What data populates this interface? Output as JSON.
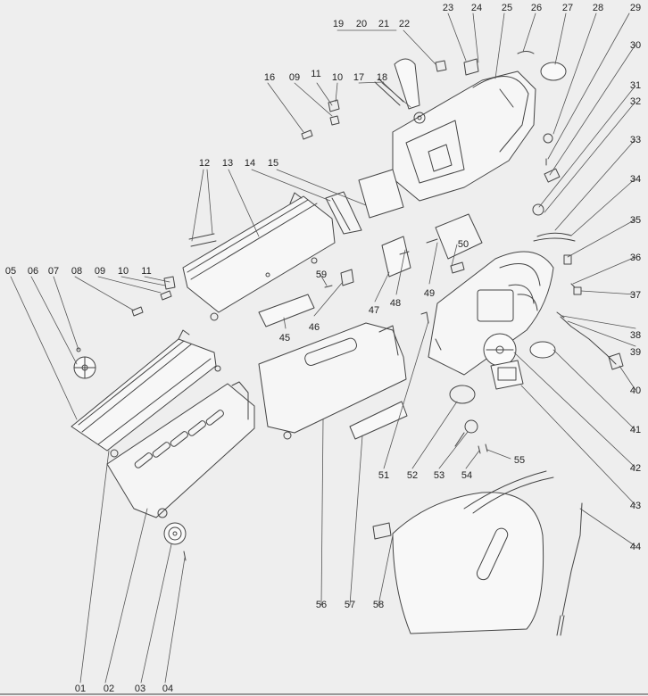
{
  "colors": {
    "background": "#eeeeee",
    "line": "#444444",
    "text": "#222222"
  },
  "labels": {
    "p01": "01",
    "p02": "02",
    "p03": "03",
    "p04": "04",
    "p05": "05",
    "p06": "06",
    "p07": "07",
    "p08": "08",
    "p09a": "09",
    "p10a": "10",
    "p11a": "11",
    "p12": "12",
    "p13": "13",
    "p14": "14",
    "p15": "15",
    "p16": "16",
    "p09b": "09",
    "p11b": "11",
    "p10b": "10",
    "p17": "17",
    "p18": "18",
    "p19": "19",
    "p20": "20",
    "p21": "21",
    "p22": "22",
    "p23": "23",
    "p24": "24",
    "p25": "25",
    "p26": "26",
    "p27": "27",
    "p28": "28",
    "p29": "29",
    "p30": "30",
    "p31": "31",
    "p32": "32",
    "p33": "33",
    "p34": "34",
    "p35": "35",
    "p36": "36",
    "p37": "37",
    "p38": "38",
    "p39": "39",
    "p40": "40",
    "p41": "41",
    "p42": "42",
    "p43": "43",
    "p44": "44",
    "p45": "45",
    "p46": "46",
    "p47": "47",
    "p48": "48",
    "p49": "49",
    "p50": "50",
    "p51": "51",
    "p52": "52",
    "p53": "53",
    "p54": "54",
    "p55": "55",
    "p56": "56",
    "p57": "57",
    "p58": "58",
    "p59": "59"
  }
}
